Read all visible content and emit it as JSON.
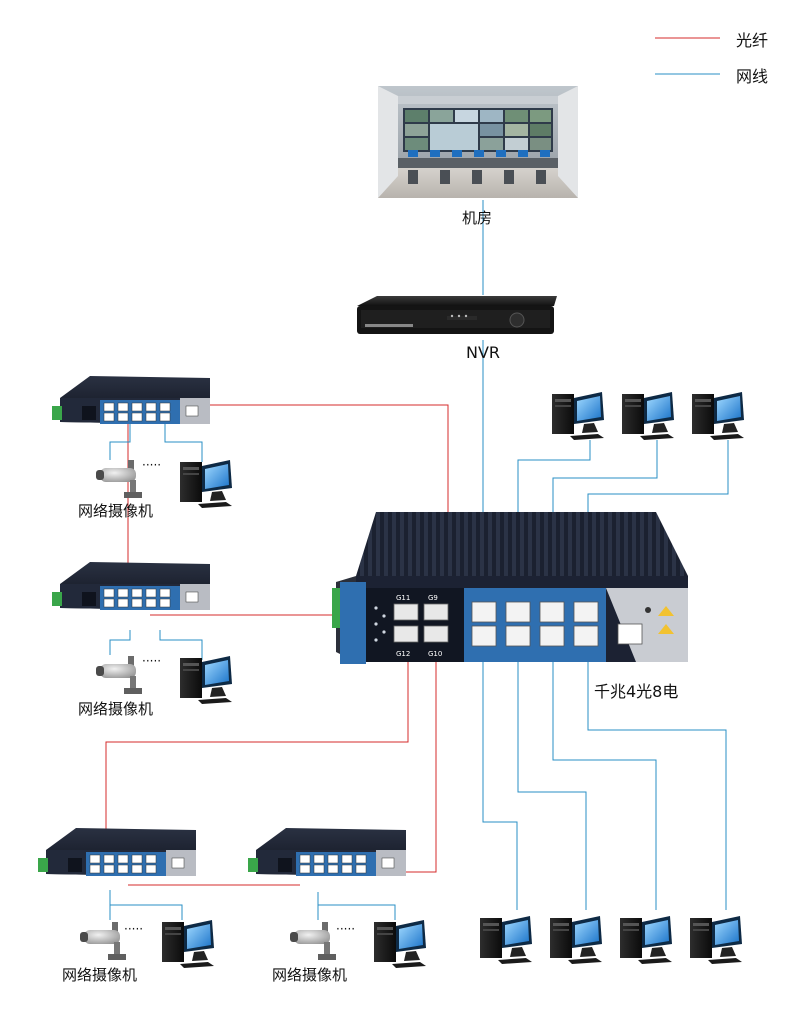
{
  "legend": {
    "fiber_label": "光纤",
    "fiber_color": "#d62b2b",
    "network_label": "网线",
    "network_color": "#2a8fc4"
  },
  "labels": {
    "machine_room": "机房",
    "nvr": "NVR",
    "main_switch": "千兆4光8电",
    "camera_1": "网络摄像机",
    "camera_2": "网络摄像机",
    "camera_3": "网络摄像机",
    "camera_4": "网络摄像机",
    "dots": "·····"
  },
  "switch_ports": {
    "fiber_top": [
      "G11",
      "G9"
    ],
    "fiber_bottom": [
      "G12",
      "G10"
    ]
  },
  "colors": {
    "switch_body": "#1c2233",
    "switch_front": "#2f6fb0",
    "terminal_green": "#3aa64a",
    "panel_silver": "#c9ccd2"
  },
  "icons": {
    "machine_room": "control-room-image",
    "nvr": "nvr-recorder",
    "switch": "industrial-switch",
    "camera": "bullet-camera",
    "pc": "desktop-computer"
  }
}
